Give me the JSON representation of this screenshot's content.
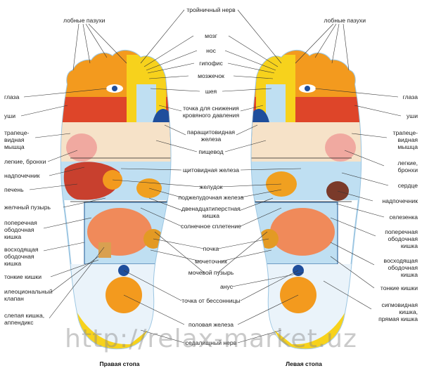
{
  "captions": {
    "right_foot": "Правая стопа",
    "left_foot": "Левая стопа"
  },
  "watermark": "http://relax-market.uz",
  "colors": {
    "orange": "#f39a1e",
    "yellow": "#f7d21c",
    "blue": "#1f4e9c",
    "lightblue": "#bfdff2",
    "red": "#d9362b"
  },
  "labels": {
    "trigeminal": "тройничный нерв",
    "sinuses_l": "лобные пазухи",
    "sinuses_r": "лобные пазухи",
    "brain": "мозг",
    "nose": "нос",
    "pituitary": "гипофис",
    "cerebellum": "мозжечок",
    "neck": "шея",
    "bp_1": "точка для снижения",
    "bp_2": "кровяного давления",
    "parathyroid_1": "паращитовидная",
    "parathyroid_2": "железа",
    "esophagus": "пищевод",
    "thyroid": "щитовидная железа",
    "stomach": "желудок",
    "pancreas": "поджелудочная железа",
    "duodenum_1": "двенадцатиперстная",
    "duodenum_2": "кишка",
    "solar": "солнечное сплетение",
    "kidney": "почка",
    "ureter": "мочеточник",
    "bladder": "мочевой пузырь",
    "anus": "анус",
    "insomnia": "точка от бессонницы",
    "gonad": "половая железа",
    "sciatic": "седалищный нерв",
    "eyes_l": "глаза",
    "ears_l": "уши",
    "trap_l_1": "трапеце-",
    "trap_l_2": "видная",
    "trap_l_3": "мышца",
    "lungs_l": "легкие, бронхи",
    "adrenal_l": "надпочечник",
    "liver": "печень",
    "gallbladder": "желчный пузырь",
    "transverse_l_1": "поперечная",
    "transverse_l_2": "ободочная",
    "transverse_l_3": "кишка",
    "ascending_1": "восходящая",
    "ascending_2": "ободочная",
    "ascending_3": "кишка",
    "small_l": "тонкие кишки",
    "ileo_1": "илеоциональный",
    "ileo_2": "клапан",
    "caecum_1": "слепая кишка,",
    "caecum_2": "аппендикс",
    "eyes_r": "глаза",
    "ears_r": "уши",
    "trap_r_1": "трапеце-",
    "trap_r_2": "видная",
    "trap_r_3": "мышца",
    "lungs_r_1": "легкие,",
    "lungs_r_2": "бронхи",
    "heart": "сердце",
    "adrenal_r": "надпочечник",
    "spleen": "селезенка",
    "transverse_r_1": "поперечная",
    "transverse_r_2": "ободочная",
    "transverse_r_3": "кишка",
    "descending_1": "восходящая",
    "descending_2": "ободочная",
    "descending_3": "кишка",
    "small_r": "тонкие кишки",
    "sigmoid_1": "сигмовидная",
    "sigmoid_2": "кишка,",
    "sigmoid_3": "прямая кишка"
  }
}
